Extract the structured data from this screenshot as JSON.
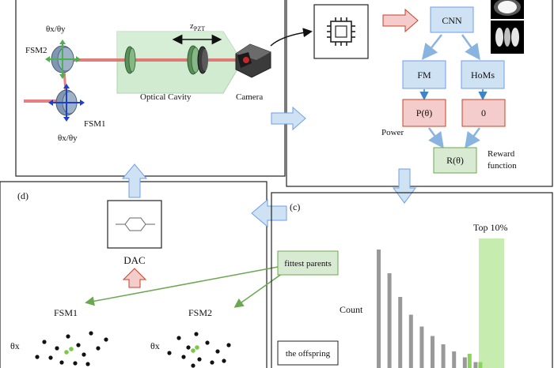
{
  "colors": {
    "panel_border": "#222222",
    "beam": "#e06666",
    "cavity": "#c9e6c9",
    "blue_box": "#cfe2f3",
    "blue_box_stroke": "#6d9eeb",
    "pink_box": "#f4cccc",
    "pink_box_stroke": "#cc4125",
    "green_box": "#d9ead3",
    "green_box_stroke": "#6aa84f",
    "blue_arrow": "#6fa8dc",
    "bar_gray": "#999999",
    "bar_green": "#8bd35b",
    "top_band": "#c6ecb0",
    "green_line": "#6aa84f"
  },
  "optical": {
    "theta_top": "θx/θy",
    "fsm2": "FSM2",
    "fsm1": "FSM1",
    "theta_bottom": "θx/θy",
    "cavity_label": "Optical Cavity",
    "zpzt_main": "z",
    "zpzt_sub": "PZT",
    "camera_label": "Camera"
  },
  "network": {
    "cnn": "CNN",
    "fm": "FM",
    "homs": "HoMs",
    "power_value": "P(θ)",
    "zero_value": "0",
    "power_label": "Power",
    "reward_value": "R(θ)",
    "reward_label_1": "Reward",
    "reward_label_2": "function",
    "chip_icon": "chip-icon"
  },
  "dac_panel": {
    "panel_label": "(d)",
    "dac": "DAC",
    "fsm1": "FSM1",
    "fsm2": "FSM2",
    "theta1": "θx",
    "theta2": "θx"
  },
  "selection_panel": {
    "panel_label": "(c)",
    "top_label": "Top 10%",
    "count_label": "Count",
    "fittest": "fittest parents",
    "offspring": "the offspring"
  },
  "chart_data": {
    "type": "bar",
    "ylabel": "Count",
    "annotation": "Top 10%",
    "series": [
      {
        "values": [
          100,
          80,
          60,
          45,
          35,
          27,
          20,
          14,
          9,
          5
        ]
      },
      {
        "values": [
          0,
          0,
          0,
          0,
          0,
          0,
          0,
          0,
          12,
          5
        ]
      }
    ]
  }
}
